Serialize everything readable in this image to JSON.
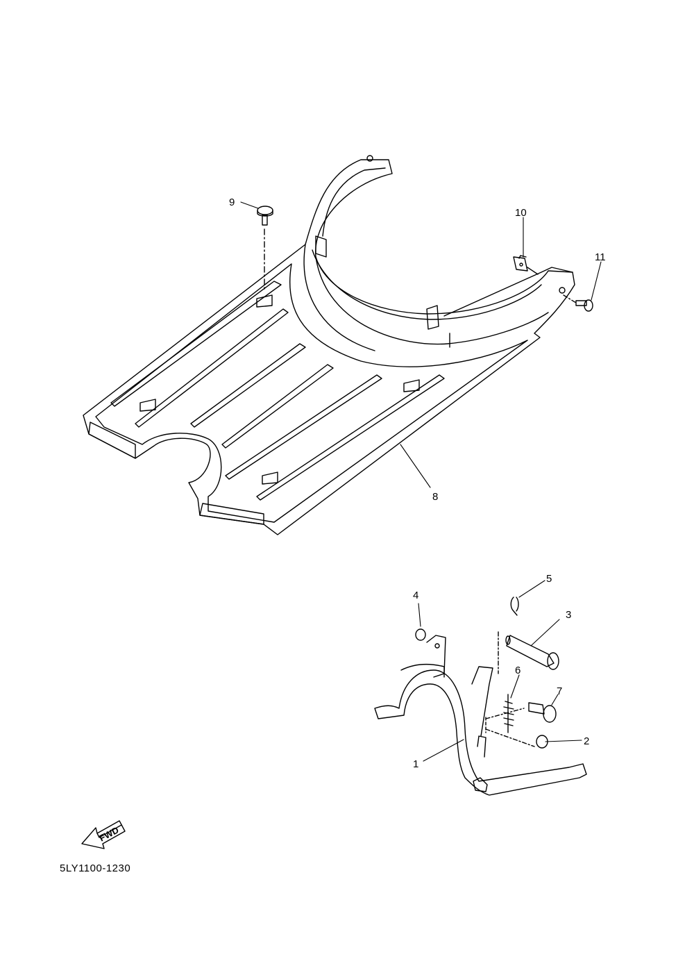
{
  "diagram": {
    "part_code": "5LY1100-1230",
    "fwd_label": "FWD",
    "colors": {
      "line": "#000000",
      "background": "#ffffff"
    },
    "callouts": [
      {
        "id": "c1",
        "label": "1"
      },
      {
        "id": "c2",
        "label": "2"
      },
      {
        "id": "c3",
        "label": "3"
      },
      {
        "id": "c4",
        "label": "4"
      },
      {
        "id": "c5",
        "label": "5"
      },
      {
        "id": "c6",
        "label": "6"
      },
      {
        "id": "c7",
        "label": "7"
      },
      {
        "id": "c8",
        "label": "8"
      },
      {
        "id": "c9",
        "label": "9"
      },
      {
        "id": "c10",
        "label": "10"
      },
      {
        "id": "c11",
        "label": "11"
      }
    ]
  }
}
